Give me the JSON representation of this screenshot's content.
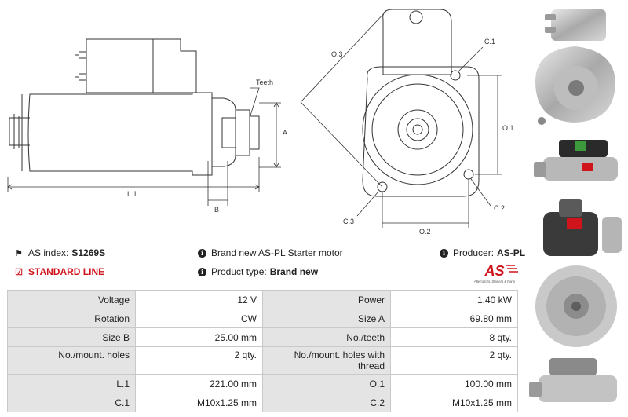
{
  "drawing": {
    "labels": {
      "teeth": "Teeth",
      "a": "A",
      "b": "B",
      "l1": "L.1",
      "o1": "O.1",
      "o2": "O.2",
      "o3": "O.3",
      "c1": "C.1",
      "c2": "C.2",
      "c3": "C.3"
    }
  },
  "info": {
    "as_index_label": "AS index:",
    "as_index_value": "S1269S",
    "standard_line": "STANDARD LINE",
    "description": "Brand new AS-PL Starter motor",
    "product_type_label": "Product type:",
    "product_type_value": "Brand new",
    "producer_label": "Producer:",
    "producer_value": "AS-PL",
    "logo_text": "AS",
    "logo_tagline": "Alternators, Starters & Parts"
  },
  "specs": {
    "rows": [
      {
        "l1": "Voltage",
        "v1": "12 V",
        "l2": "Power",
        "v2": "1.40 kW"
      },
      {
        "l1": "Rotation",
        "v1": "CW",
        "l2": "Size A",
        "v2": "69.80 mm"
      },
      {
        "l1": "Size B",
        "v1": "25.00 mm",
        "l2": "No./teeth",
        "v2": "8 qty."
      },
      {
        "l1": "No./mount. holes",
        "v1": "2 qty.",
        "l2": "No./mount. holes with thread",
        "v2": "2 qty."
      },
      {
        "l1": "L.1",
        "v1": "221.00 mm",
        "l2": "O.1",
        "v2": "100.00 mm"
      },
      {
        "l1": "C.1",
        "v1": "M10x1.25 mm",
        "l2": "C.2",
        "v2": "M10x1.25 mm"
      }
    ]
  },
  "colors": {
    "accent_red": "#d0141c",
    "table_label_bg": "#e4e4e4",
    "table_border": "#c9c9c9"
  }
}
